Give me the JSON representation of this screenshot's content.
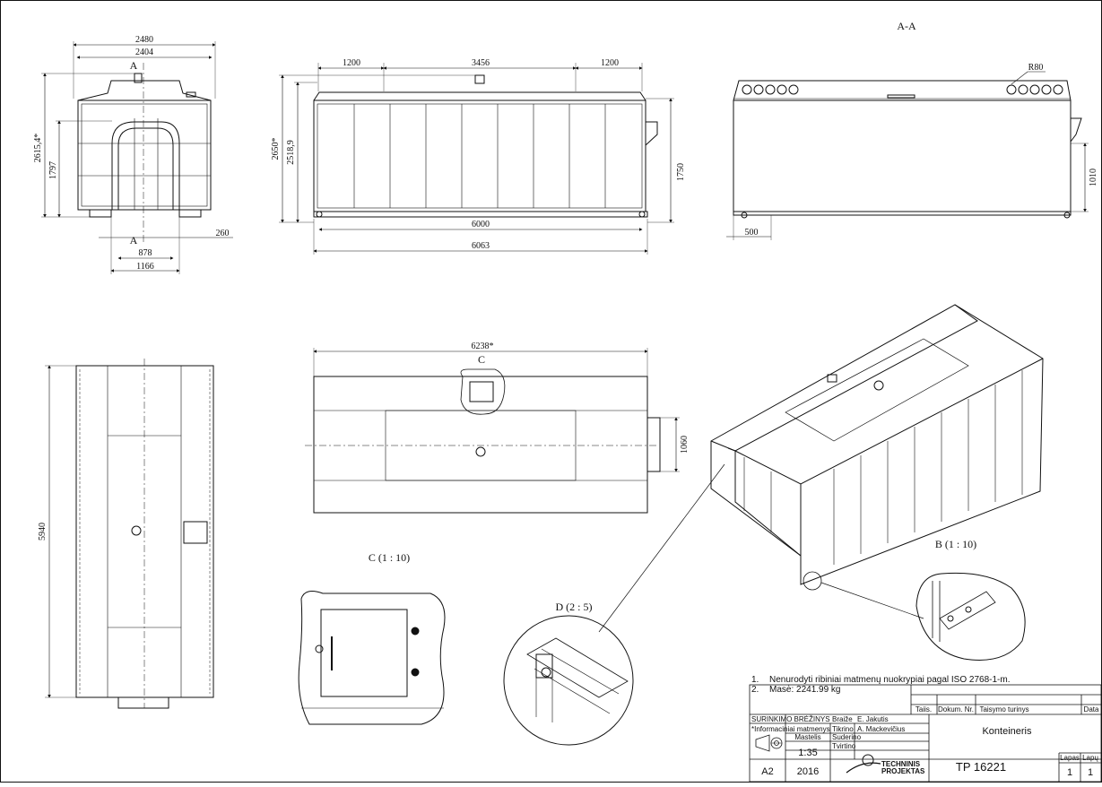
{
  "front_view": {
    "dims": {
      "w_outer": "2480",
      "w_inner": "2404",
      "w_bottom": "1166",
      "w_step": "878",
      "h_total": "2615,4*",
      "h_body": "1797",
      "offset": "260"
    },
    "section_mark": "A"
  },
  "side_view": {
    "dims": {
      "left": "1200",
      "middle": "3456",
      "right": "1200",
      "h_total": "2650*",
      "h_body": "2518,9",
      "h_frame": "1750",
      "len_inner": "6000",
      "len_outer": "6063"
    }
  },
  "section_view": {
    "title": "A-A",
    "dims": {
      "radius": "R80",
      "h_right": "1010",
      "offset": "500"
    }
  },
  "top_view": {
    "dims": {
      "length": "5940"
    }
  },
  "plan_view": {
    "dims": {
      "length": "6238*",
      "width": "1060"
    },
    "detail_mark": "C"
  },
  "details": {
    "c": "C (1 : 10)",
    "d": "D (2 : 5)",
    "b": "B (1 : 10)"
  },
  "notes": [
    {
      "num": "1.",
      "text": "Nenurodyti ribiniai matmenų nuokrypiai pagal ISO 2768-1-m."
    },
    {
      "num": "2.",
      "text": "Masė: 2241.99 kg"
    }
  ],
  "title_block": {
    "rev_headers": [
      "Taiis.",
      "Dokum. Nr.",
      "Taisymo turinys",
      "Data"
    ],
    "drawing_kind": "SURINKIMO BRĖŽINYS",
    "info_label": "*Informaciniai matmenys",
    "roles": [
      "Braiže",
      "Tikrino",
      "Suderino",
      "Tvirtino"
    ],
    "people": [
      "E. Jakutis",
      "A. Mackevičius"
    ],
    "scale_label": "Mastelis",
    "scale": "1:35",
    "name": "Konteineris",
    "format": "A2",
    "year": "2016",
    "company_line1": "TECHNINIS",
    "company_line2": "PROJEKTAS",
    "doc_number": "TP 16221",
    "sheet_label": "Lapas",
    "sheets_label": "Lapų",
    "sheet": "1",
    "sheets": "1"
  }
}
